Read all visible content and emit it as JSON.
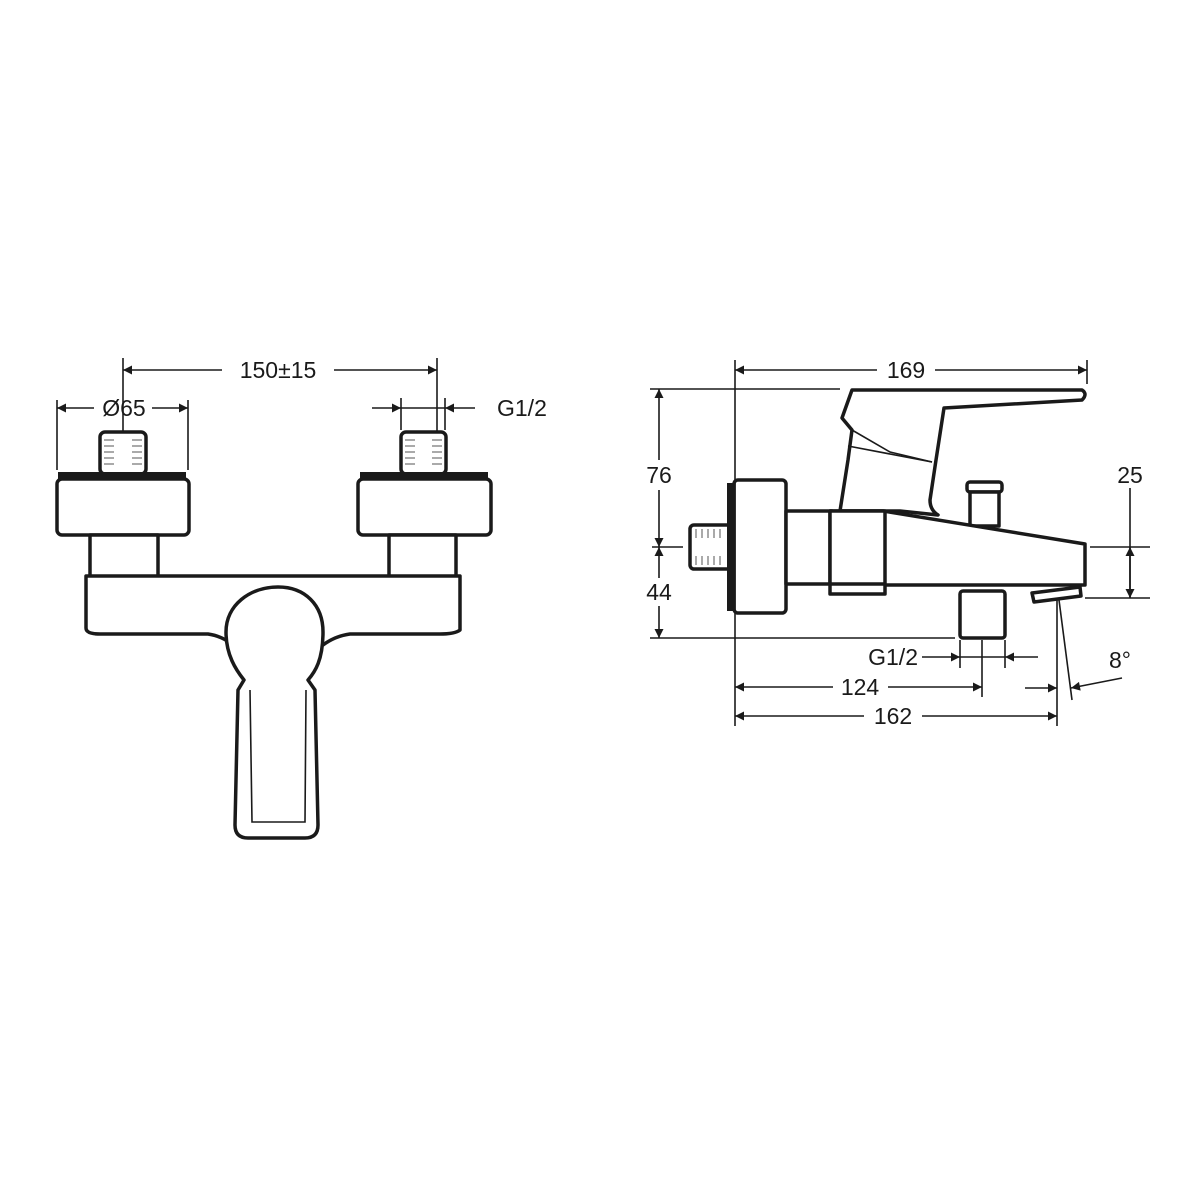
{
  "front_view": {
    "dimensions": {
      "centre_distance": "150±15",
      "rosette_diameter": "Ø65",
      "connection_thread": "G1/2"
    }
  },
  "side_view": {
    "dimensions": {
      "projection_total": "169",
      "height_above_axis": "76",
      "height_below_axis": "44",
      "spout_height": "25",
      "outlet_thread": "G1/2",
      "outlet_distance": "124",
      "spout_projection": "162",
      "spout_angle": "8°"
    }
  },
  "colors": {
    "line": "#1a1a1a",
    "background": "#ffffff"
  }
}
